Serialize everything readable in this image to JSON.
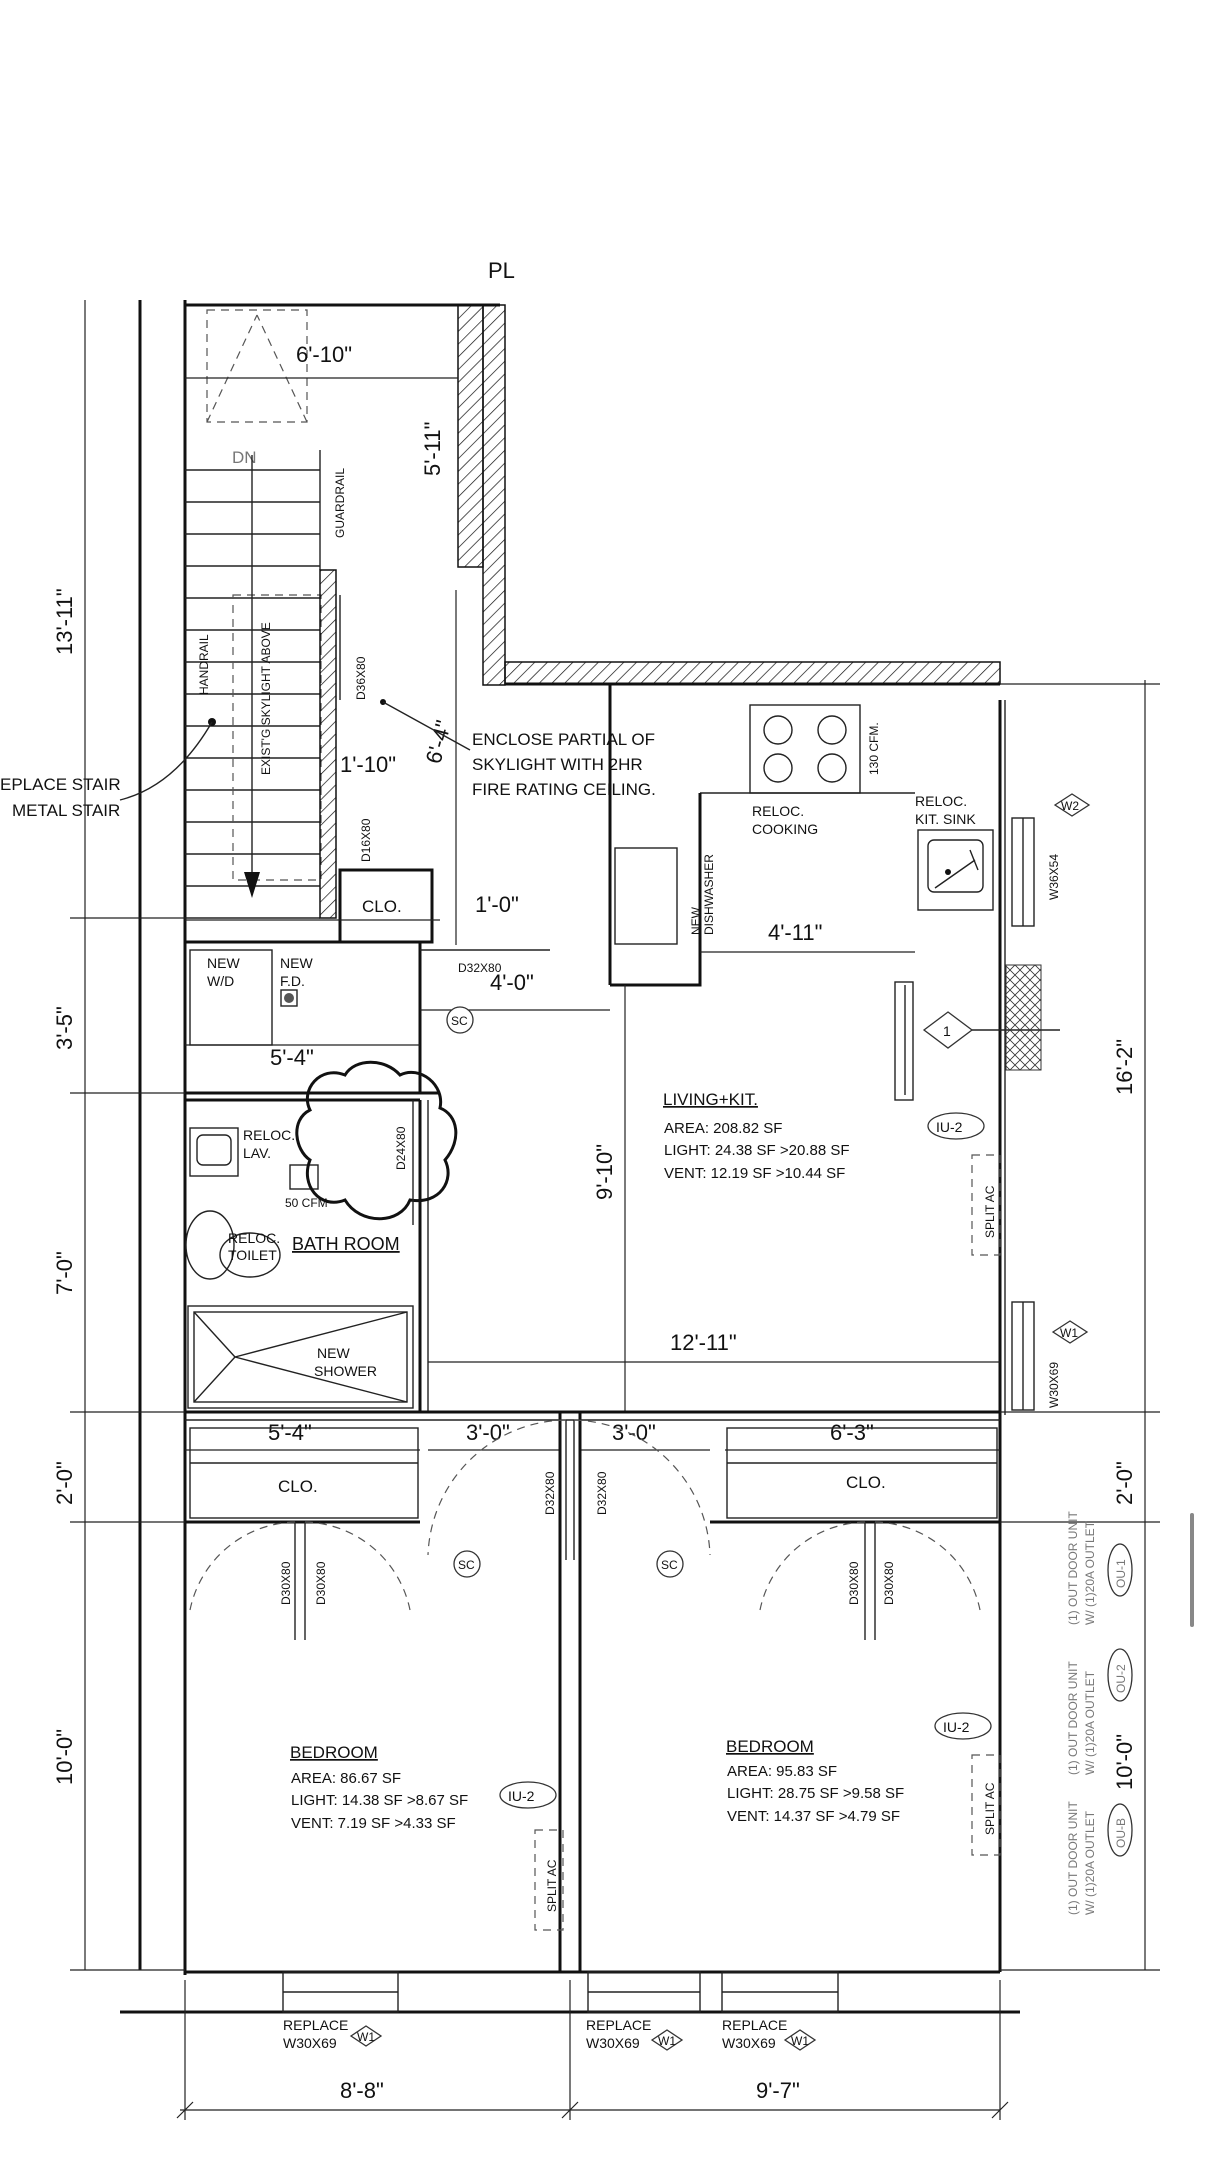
{
  "top_fragment": "PL",
  "dims": {
    "stair_top_width": "6'-10\"",
    "stair_top_height": "5'-11\"",
    "left_upper": "13'-11\"",
    "left_mid": "3'-5\"",
    "left_bath": "7'-0\"",
    "left_closet": "2'-0\"",
    "left_bed": "10'-0\"",
    "right_living": "16'-2\"",
    "right_closet": "2'-0\"",
    "right_bed": "10'-0\"",
    "skylight_w": "1'-10\"",
    "skylight_h": "6'-4\"",
    "clo_small": "1'-0\"",
    "kitchen_island": "4'-11\"",
    "corridor": "4'-0\"",
    "laundry": "5'-4\"",
    "living_h": "9'-10\"",
    "living_w": "12'-11\"",
    "clo_left": "5'-4\"",
    "door_left": "3'-0\"",
    "door_right": "3'-0\"",
    "clo_right": "6'-3\"",
    "bottom_left": "8'-8\"",
    "bottom_right": "9'-7\""
  },
  "labels": {
    "dn": "DN",
    "guardrail": "GUARDRAIL",
    "handrail": "HANDRAIL",
    "skylight": "EXIST'G SKYLIGHT ABOVE",
    "d36": "D36X80",
    "d16": "D16X80",
    "d32_top": "D32X80",
    "d24": "D24X80",
    "d32_a": "D32X80",
    "d32_b": "D32X80",
    "d30_a": "D30X80",
    "d30_b": "D30X80",
    "d30_c": "D30X80",
    "d30_d": "D30X80",
    "replace_stair_1": "EPLACE STAIR",
    "replace_stair_2": "METAL STAIR",
    "enclose_1": "ENCLOSE PARTIAL OF",
    "enclose_2": "SKYLIGHT WITH 2HR",
    "enclose_3": "FIRE RATING CEILING.",
    "clo": "CLO.",
    "new_wd_1": "NEW",
    "new_wd_2": "W/D",
    "new_fd_1": "NEW",
    "new_fd_2": "F.D.",
    "sc": "SC",
    "reloc_lav_1": "RELOC.",
    "reloc_lav_2": "LAV.",
    "cfm50": "50 CFM",
    "reloc_toilet_1": "RELOC.",
    "reloc_toilet_2": "TOILET",
    "bath_room": "BATH ROOM",
    "new_shower_1": "NEW",
    "new_shower_2": "SHOWER",
    "cfm130": "130 CFM.",
    "reloc_cooking_1": "RELOC.",
    "reloc_cooking_2": "COOKING",
    "reloc_sink_1": "RELOC.",
    "reloc_sink_2": "KIT. SINK",
    "new_dishwasher_1": "NEW",
    "new_dishwasher_2": "DISHWASHER",
    "w36x54": "W36X54",
    "w30x69": "W30X69",
    "w2": "W2",
    "w1": "W1",
    "diamond_1": "1",
    "iu2": "IU-2",
    "split_ac": "SPLIT AC",
    "ou1": "OU-1",
    "ou2": "OU-2",
    "oub": "OU-B",
    "outdoor_1": "(1) OUT DOOR UNIT",
    "outdoor_2": "W/ (1)20A OUTLET",
    "replace": "REPLACE",
    "replace_w30x69": "W30X69"
  },
  "rooms": {
    "living": {
      "name": "LIVING+KIT.",
      "area": "AREA: 208.82 SF",
      "light": "LIGHT: 24.38 SF >20.88 SF",
      "vent": "VENT: 12.19 SF >10.44 SF"
    },
    "bedroom_left": {
      "name": "BEDROOM",
      "area": "AREA: 86.67 SF",
      "light": "LIGHT: 14.38 SF >8.67 SF",
      "vent": "VENT: 7.19 SF >4.33 SF"
    },
    "bedroom_right": {
      "name": "BEDROOM",
      "area": "AREA: 95.83 SF",
      "light": "LIGHT: 28.75 SF >9.58 SF",
      "vent": "VENT: 14.37 SF >4.79 SF"
    }
  },
  "colors": {
    "line": "#111111",
    "background": "#ffffff"
  }
}
